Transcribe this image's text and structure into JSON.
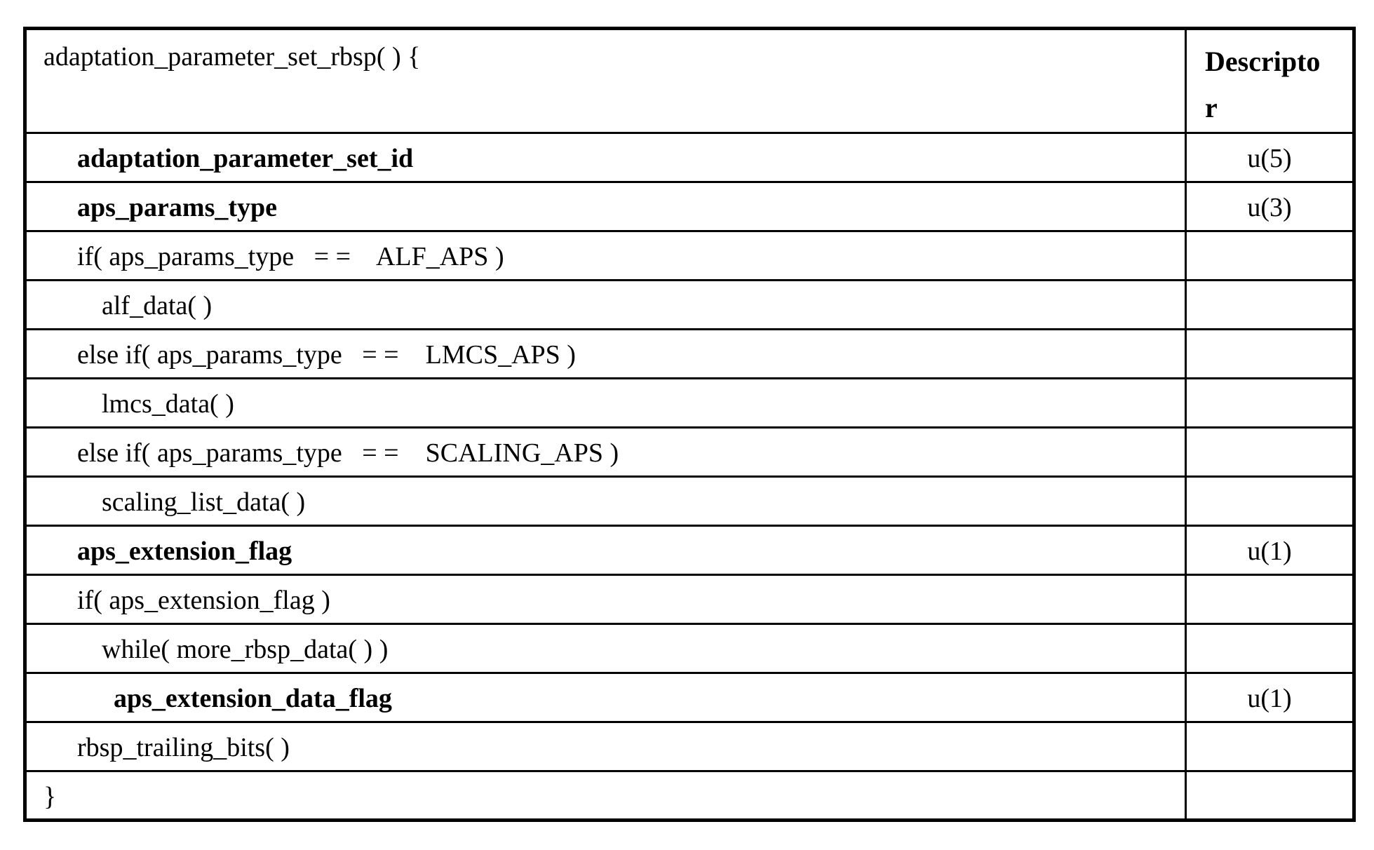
{
  "table": {
    "header": {
      "syntax": "adaptation_parameter_set_rbsp( ) {",
      "descriptor_lines": [
        "Descripto",
        "r"
      ]
    },
    "rows": [
      {
        "syntax": "adaptation_parameter_set_id",
        "descriptor": "u(5)",
        "bold": true,
        "indent": 1
      },
      {
        "syntax": "aps_params_type",
        "descriptor": "u(3)",
        "bold": true,
        "indent": 1
      },
      {
        "syntax": "if( aps_params_type   = =    ALF_APS )",
        "descriptor": "",
        "bold": false,
        "indent": 1
      },
      {
        "syntax": "alf_data( )",
        "descriptor": "",
        "bold": false,
        "indent": 2
      },
      {
        "syntax": "else if( aps_params_type   = =    LMCS_APS )",
        "descriptor": "",
        "bold": false,
        "indent": 1
      },
      {
        "syntax": "lmcs_data( )",
        "descriptor": "",
        "bold": false,
        "indent": 2
      },
      {
        "syntax": "else if( aps_params_type   = =    SCALING_APS )",
        "descriptor": "",
        "bold": false,
        "indent": 1
      },
      {
        "syntax": "scaling_list_data( )",
        "descriptor": "",
        "bold": false,
        "indent": 2
      },
      {
        "syntax": "aps_extension_flag",
        "descriptor": "u(1)",
        "bold": true,
        "indent": 1
      },
      {
        "syntax": "if( aps_extension_flag )",
        "descriptor": "",
        "bold": false,
        "indent": 1
      },
      {
        "syntax": "while( more_rbsp_data( ) )",
        "descriptor": "",
        "bold": false,
        "indent": 2
      },
      {
        "syntax": "aps_extension_data_flag",
        "descriptor": "u(1)",
        "bold": true,
        "indent": 3
      },
      {
        "syntax": "rbsp_trailing_bits( )",
        "descriptor": "",
        "bold": false,
        "indent": 1
      },
      {
        "syntax": "}",
        "descriptor": "",
        "bold": false,
        "indent": 0
      }
    ],
    "colors": {
      "border": "#000000",
      "text": "#000000",
      "background": "#ffffff"
    }
  }
}
